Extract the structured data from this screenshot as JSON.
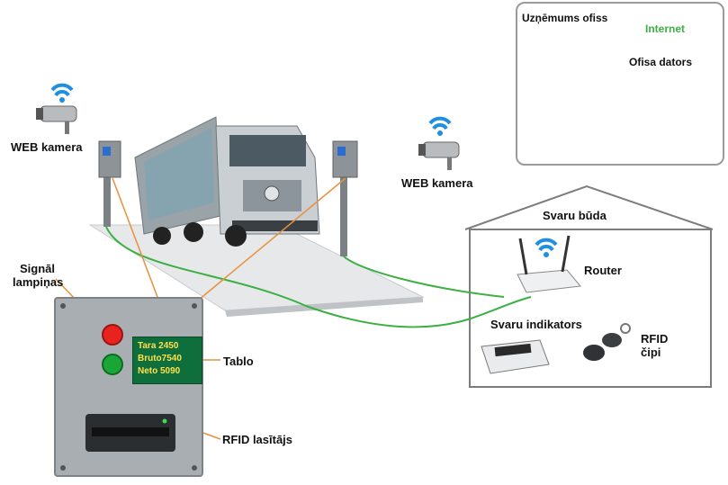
{
  "office": {
    "title": "Uzņēmums ofiss",
    "internet_label": "Internet",
    "computer_label": "Ofisa dators"
  },
  "cameras": {
    "left_label": "WEB kamera",
    "right_label": "WEB kamera"
  },
  "booth": {
    "title": "Svaru būda",
    "router_label": "Router",
    "indicator_label": "Svaru indikators",
    "rfid_chips_line1": "RFID",
    "rfid_chips_line2": "čipi"
  },
  "signal_lamps": {
    "line1": "Signāl",
    "line2": "lampiņas"
  },
  "tablo": {
    "label": "Tablo",
    "line1": "Tara  2450",
    "line2": "Bruto7540",
    "line3": "Neto  5090"
  },
  "rfid_reader_label": "RFID lasītājs",
  "colors": {
    "network_line": "#3cb043",
    "callout_line": "#e8903c",
    "lamp_red": "#e8231f",
    "lamp_green": "#1aa636",
    "tablo_bg": "#0e6f3c",
    "tablo_text": "#ffe04a"
  }
}
